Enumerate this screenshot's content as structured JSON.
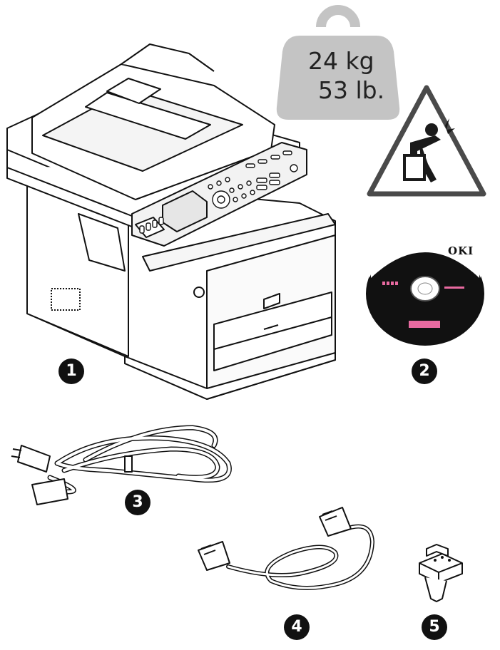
{
  "weight": {
    "kg": "24 kg",
    "lb": "53 lb."
  },
  "disc": {
    "brand": "OKI"
  },
  "items": [
    {
      "number": "1"
    },
    {
      "number": "2"
    },
    {
      "number": "3"
    },
    {
      "number": "4"
    },
    {
      "number": "5"
    }
  ],
  "colors": {
    "weight_fill": "#c4c4c4",
    "badge": "#111111",
    "disc_accent": "#e86aa0"
  }
}
